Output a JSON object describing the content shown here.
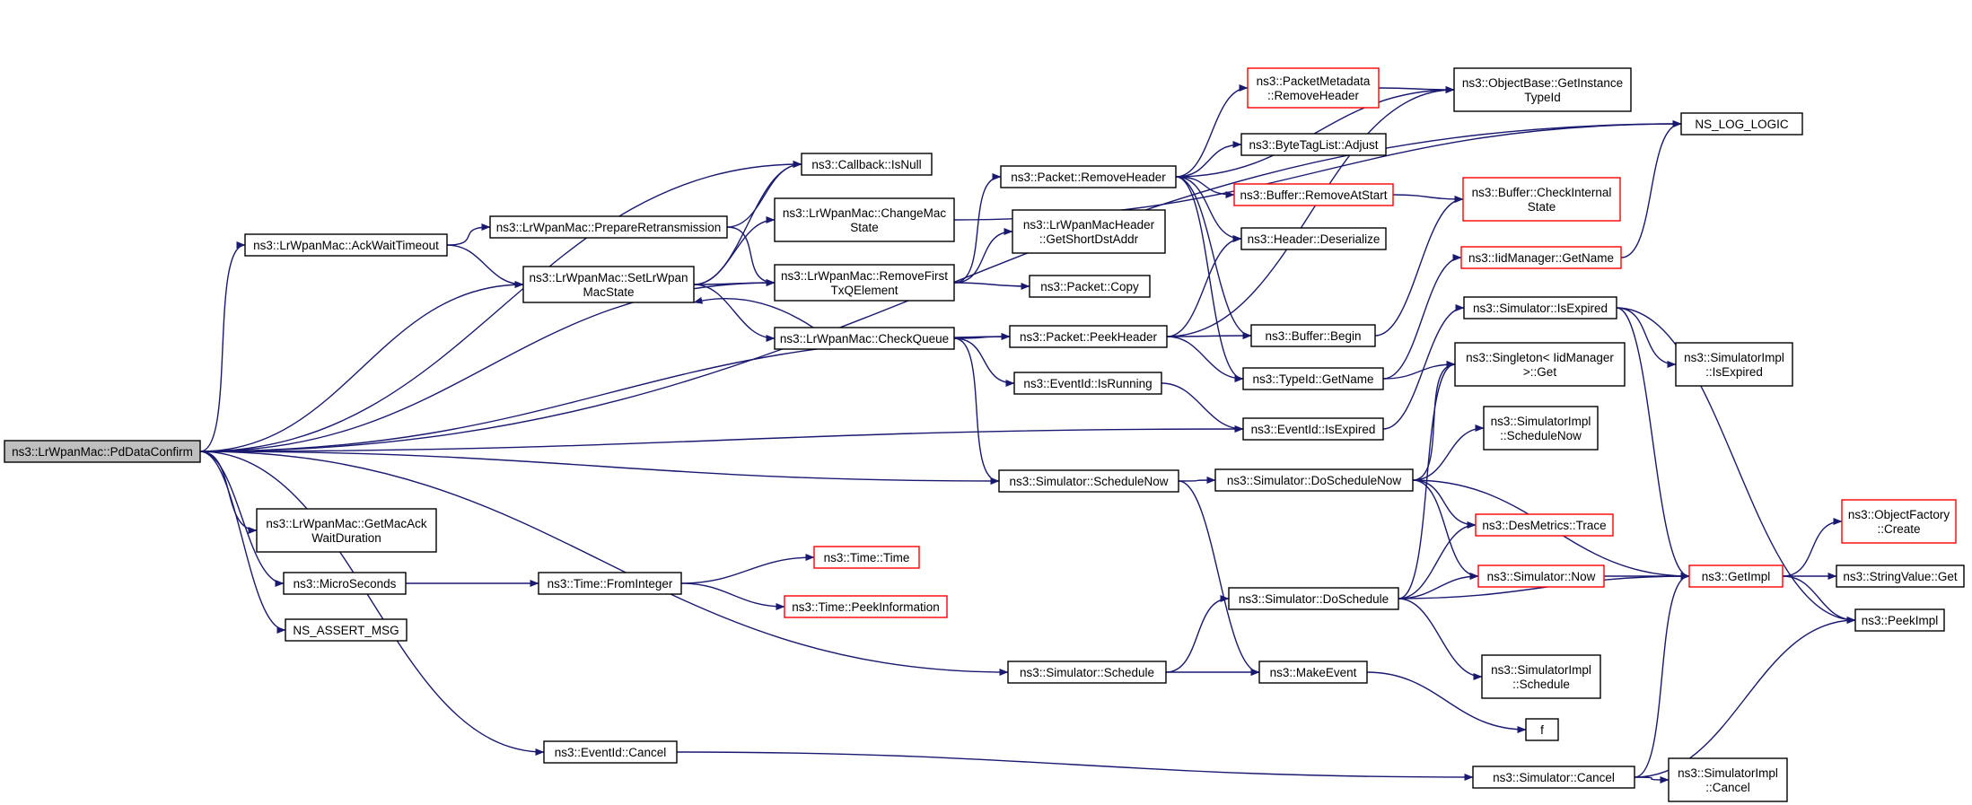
{
  "diagram": {
    "nodes": [
      {
        "id": "root",
        "lines": [
          "ns3::LrWpanMac::PdDataConfirm"
        ],
        "style": "root"
      },
      {
        "id": "ackwait",
        "lines": [
          "ns3::LrWpanMac::AckWaitTimeout"
        ]
      },
      {
        "id": "getmacack",
        "lines": [
          "ns3::LrWpanMac::GetMacAck",
          "WaitDuration"
        ]
      },
      {
        "id": "micro",
        "lines": [
          "ns3::MicroSeconds"
        ]
      },
      {
        "id": "assert",
        "lines": [
          "NS_ASSERT_MSG"
        ]
      },
      {
        "id": "prepretrans",
        "lines": [
          "ns3::LrWpanMac::PrepareRetransmission"
        ]
      },
      {
        "id": "setstate",
        "lines": [
          "ns3::LrWpanMac::SetLrWpan",
          "MacState"
        ]
      },
      {
        "id": "fromint",
        "lines": [
          "ns3::Time::FromInteger"
        ]
      },
      {
        "id": "evcancel",
        "lines": [
          "ns3::EventId::Cancel"
        ]
      },
      {
        "id": "isnull",
        "lines": [
          "ns3::Callback::IsNull"
        ]
      },
      {
        "id": "changemac",
        "lines": [
          "ns3::LrWpanMac::ChangeMac",
          "State"
        ]
      },
      {
        "id": "removefirst",
        "lines": [
          "ns3::LrWpanMac::RemoveFirst",
          "TxQElement"
        ]
      },
      {
        "id": "checkqueue",
        "lines": [
          "ns3::LrWpanMac::CheckQueue"
        ]
      },
      {
        "id": "timetime",
        "lines": [
          "ns3::Time::Time"
        ],
        "style": "red"
      },
      {
        "id": "peekinfo",
        "lines": [
          "ns3::Time::PeekInformation"
        ],
        "style": "red"
      },
      {
        "id": "removeheader",
        "lines": [
          "ns3::Packet::RemoveHeader"
        ]
      },
      {
        "id": "getshort",
        "lines": [
          "ns3::LrWpanMacHeader",
          "::GetShortDstAddr"
        ]
      },
      {
        "id": "pcopy",
        "lines": [
          "ns3::Packet::Copy"
        ]
      },
      {
        "id": "peekheader",
        "lines": [
          "ns3::Packet::PeekHeader"
        ]
      },
      {
        "id": "evrunning",
        "lines": [
          "ns3::EventId::IsRunning"
        ]
      },
      {
        "id": "schednow",
        "lines": [
          "ns3::Simulator::ScheduleNow"
        ]
      },
      {
        "id": "schedule",
        "lines": [
          "ns3::Simulator::Schedule"
        ]
      },
      {
        "id": "pmremove",
        "lines": [
          "ns3::PacketMetadata",
          "::RemoveHeader"
        ],
        "style": "red"
      },
      {
        "id": "bytetag",
        "lines": [
          "ns3::ByteTagList::Adjust"
        ]
      },
      {
        "id": "bufremove",
        "lines": [
          "ns3::Buffer::RemoveAtStart"
        ],
        "style": "red"
      },
      {
        "id": "hdrdeser",
        "lines": [
          "ns3::Header::Deserialize"
        ]
      },
      {
        "id": "bufbegin",
        "lines": [
          "ns3::Buffer::Begin"
        ]
      },
      {
        "id": "typeidname",
        "lines": [
          "ns3::TypeId::GetName"
        ]
      },
      {
        "id": "evexpired",
        "lines": [
          "ns3::EventId::IsExpired"
        ]
      },
      {
        "id": "doschednow",
        "lines": [
          "ns3::Simulator::DoScheduleNow"
        ]
      },
      {
        "id": "dosched",
        "lines": [
          "ns3::Simulator::DoSchedule"
        ]
      },
      {
        "id": "makeevent",
        "lines": [
          "ns3::MakeEvent"
        ]
      },
      {
        "id": "simcancel",
        "lines": [
          "ns3::Simulator::Cancel"
        ]
      },
      {
        "id": "objbase",
        "lines": [
          "ns3::ObjectBase::GetInstance",
          "TypeId"
        ]
      },
      {
        "id": "bufcheck",
        "lines": [
          "ns3::Buffer::CheckInternal",
          "State"
        ],
        "style": "red"
      },
      {
        "id": "iidname",
        "lines": [
          "ns3::IidManager::GetName"
        ],
        "style": "red"
      },
      {
        "id": "simexpired",
        "lines": [
          "ns3::Simulator::IsExpired"
        ]
      },
      {
        "id": "singleton",
        "lines": [
          "ns3::Singleton< IidManager",
          ">::Get"
        ]
      },
      {
        "id": "implschednow",
        "lines": [
          "ns3::SimulatorImpl",
          "::ScheduleNow"
        ]
      },
      {
        "id": "desmetrics",
        "lines": [
          "ns3::DesMetrics::Trace"
        ],
        "style": "red"
      },
      {
        "id": "simnow",
        "lines": [
          "ns3::Simulator::Now"
        ],
        "style": "red"
      },
      {
        "id": "implsched",
        "lines": [
          "ns3::SimulatorImpl",
          "::Schedule"
        ]
      },
      {
        "id": "fnode",
        "lines": [
          "f"
        ]
      },
      {
        "id": "implcancel",
        "lines": [
          "ns3::SimulatorImpl",
          "::Cancel"
        ]
      },
      {
        "id": "nslog",
        "lines": [
          "NS_LOG_LOGIC"
        ]
      },
      {
        "id": "implexpired",
        "lines": [
          "ns3::SimulatorImpl",
          "::IsExpired"
        ]
      },
      {
        "id": "getimpl",
        "lines": [
          "ns3::GetImpl"
        ],
        "style": "red"
      },
      {
        "id": "objfactory",
        "lines": [
          "ns3::ObjectFactory",
          "::Create"
        ],
        "style": "red"
      },
      {
        "id": "strvalget",
        "lines": [
          "ns3::StringValue::Get"
        ]
      },
      {
        "id": "peekimpl",
        "lines": [
          "ns3::PeekImpl"
        ]
      }
    ],
    "edges": [
      [
        "root",
        "ackwait"
      ],
      [
        "root",
        "setstate"
      ],
      [
        "root",
        "isnull"
      ],
      [
        "root",
        "removefirst"
      ],
      [
        "root",
        "peekheader"
      ],
      [
        "root",
        "evexpired"
      ],
      [
        "root",
        "schednow"
      ],
      [
        "root",
        "getmacack"
      ],
      [
        "root",
        "micro"
      ],
      [
        "root",
        "assert"
      ],
      [
        "root",
        "schedule"
      ],
      [
        "root",
        "evcancel"
      ],
      [
        "root",
        "nslog"
      ],
      [
        "ackwait",
        "prepretrans"
      ],
      [
        "ackwait",
        "setstate"
      ],
      [
        "prepretrans",
        "isnull"
      ],
      [
        "prepretrans",
        "removefirst"
      ],
      [
        "setstate",
        "isnull"
      ],
      [
        "setstate",
        "changemac"
      ],
      [
        "setstate",
        "removefirst"
      ],
      [
        "setstate",
        "checkqueue"
      ],
      [
        "checkqueue",
        "setstate"
      ],
      [
        "checkqueue",
        "peekheader"
      ],
      [
        "checkqueue",
        "evrunning"
      ],
      [
        "checkqueue",
        "schednow"
      ],
      [
        "changemac",
        "nslog"
      ],
      [
        "removefirst",
        "removeheader"
      ],
      [
        "removefirst",
        "getshort"
      ],
      [
        "removefirst",
        "pcopy"
      ],
      [
        "micro",
        "fromint"
      ],
      [
        "fromint",
        "timetime"
      ],
      [
        "fromint",
        "peekinfo"
      ],
      [
        "removeheader",
        "objbase"
      ],
      [
        "removeheader",
        "pmremove"
      ],
      [
        "removeheader",
        "bytetag"
      ],
      [
        "removeheader",
        "bufremove"
      ],
      [
        "removeheader",
        "hdrdeser"
      ],
      [
        "removeheader",
        "bufbegin"
      ],
      [
        "removeheader",
        "typeidname"
      ],
      [
        "pmremove",
        "objbase"
      ],
      [
        "bufremove",
        "bufcheck"
      ],
      [
        "bufbegin",
        "bufcheck"
      ],
      [
        "peekheader",
        "hdrdeser"
      ],
      [
        "peekheader",
        "bufbegin"
      ],
      [
        "peekheader",
        "typeidname"
      ],
      [
        "peekheader",
        "objbase"
      ],
      [
        "typeidname",
        "iidname"
      ],
      [
        "typeidname",
        "singleton"
      ],
      [
        "iidname",
        "nslog"
      ],
      [
        "evrunning",
        "evexpired"
      ],
      [
        "evexpired",
        "simexpired"
      ],
      [
        "schednow",
        "doschednow"
      ],
      [
        "schednow",
        "makeevent"
      ],
      [
        "doschednow",
        "singleton"
      ],
      [
        "doschednow",
        "implschednow"
      ],
      [
        "doschednow",
        "desmetrics"
      ],
      [
        "doschednow",
        "simnow"
      ],
      [
        "doschednow",
        "getimpl"
      ],
      [
        "schedule",
        "dosched"
      ],
      [
        "schedule",
        "makeevent"
      ],
      [
        "dosched",
        "singleton"
      ],
      [
        "dosched",
        "desmetrics"
      ],
      [
        "dosched",
        "simnow"
      ],
      [
        "dosched",
        "implsched"
      ],
      [
        "dosched",
        "getimpl"
      ],
      [
        "makeevent",
        "fnode"
      ],
      [
        "evcancel",
        "simcancel"
      ],
      [
        "simcancel",
        "getimpl"
      ],
      [
        "simcancel",
        "implcancel"
      ],
      [
        "simcancel",
        "peekimpl"
      ],
      [
        "simexpired",
        "implexpired"
      ],
      [
        "simexpired",
        "getimpl"
      ],
      [
        "simexpired",
        "peekimpl"
      ],
      [
        "simnow",
        "getimpl"
      ],
      [
        "getimpl",
        "objfactory"
      ],
      [
        "getimpl",
        "strvalget"
      ],
      [
        "getimpl",
        "peekimpl"
      ]
    ]
  },
  "colors": {
    "edge": "#191970",
    "node_border": "#000000",
    "node_border_red": "#ff0000",
    "root_fill": "#bfbfbf"
  }
}
